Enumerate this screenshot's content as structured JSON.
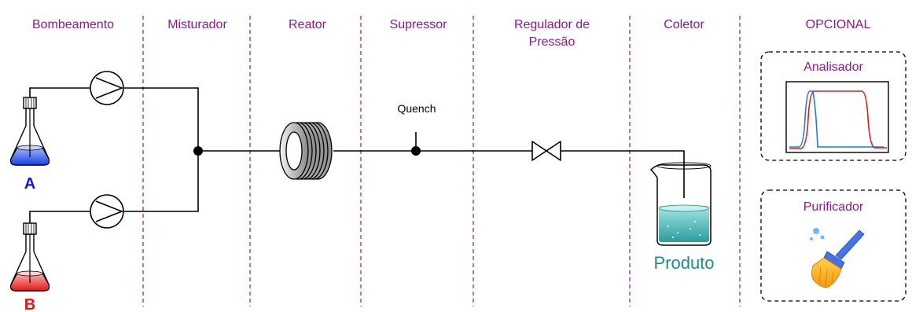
{
  "stages": {
    "pumping": "Bombeamento",
    "mixer": "Misturador",
    "reactor": "Reator",
    "suppressor": "Supressor",
    "regulator_line1": "Regulador de",
    "regulator_line2": "Pressão",
    "collector": "Coletor",
    "optional": "OPCIONAL"
  },
  "flasks": {
    "a_label": "A",
    "b_label": "B"
  },
  "quench_label": "Quench",
  "product_label": "Produto",
  "optional_modules": {
    "analyzer_title": "Analisador",
    "purifier_title": "Purificador"
  },
  "colors": {
    "stage_text": "#8B1A89",
    "flask_a": "#1414E6",
    "flask_b": "#E61414",
    "product": "#1E8C8C",
    "analyzer_trace_blue": "#1E7FC8",
    "analyzer_trace_red": "#E01B1B"
  },
  "icons": {
    "pump": "pump-icon",
    "reactor": "coil-reactor-icon",
    "valve": "valve-icon",
    "beaker": "beaker-icon",
    "broom": "broom-icon"
  }
}
